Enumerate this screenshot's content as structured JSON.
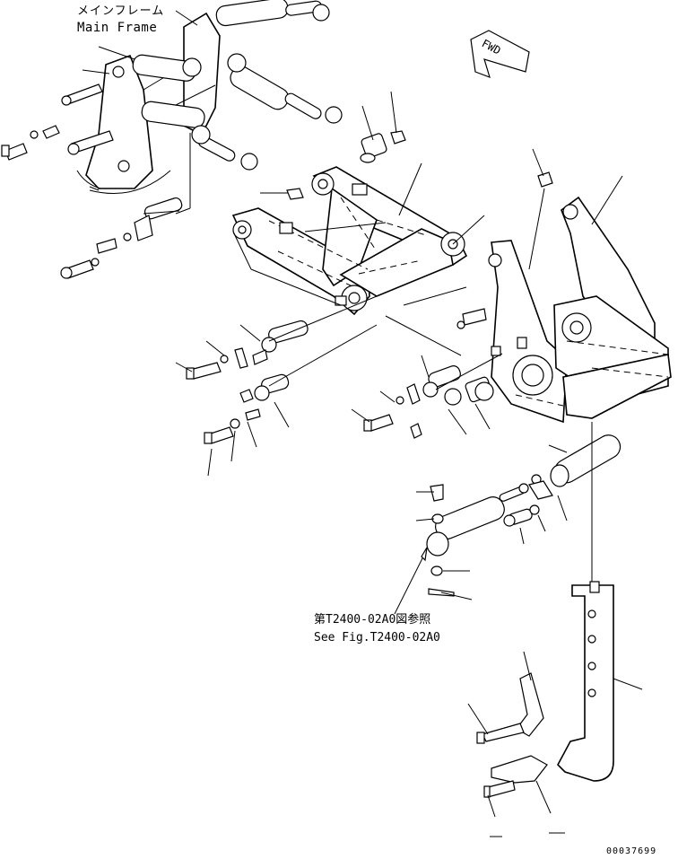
{
  "labels": {
    "main_frame_jp": "メインフレーム",
    "main_frame_en": "Main Frame",
    "see_fig_jp": "第T2400-02A0図参照",
    "see_fig_en": "See Fig.T2400-02A0",
    "direction": "FWD",
    "document_number": "00037699"
  }
}
